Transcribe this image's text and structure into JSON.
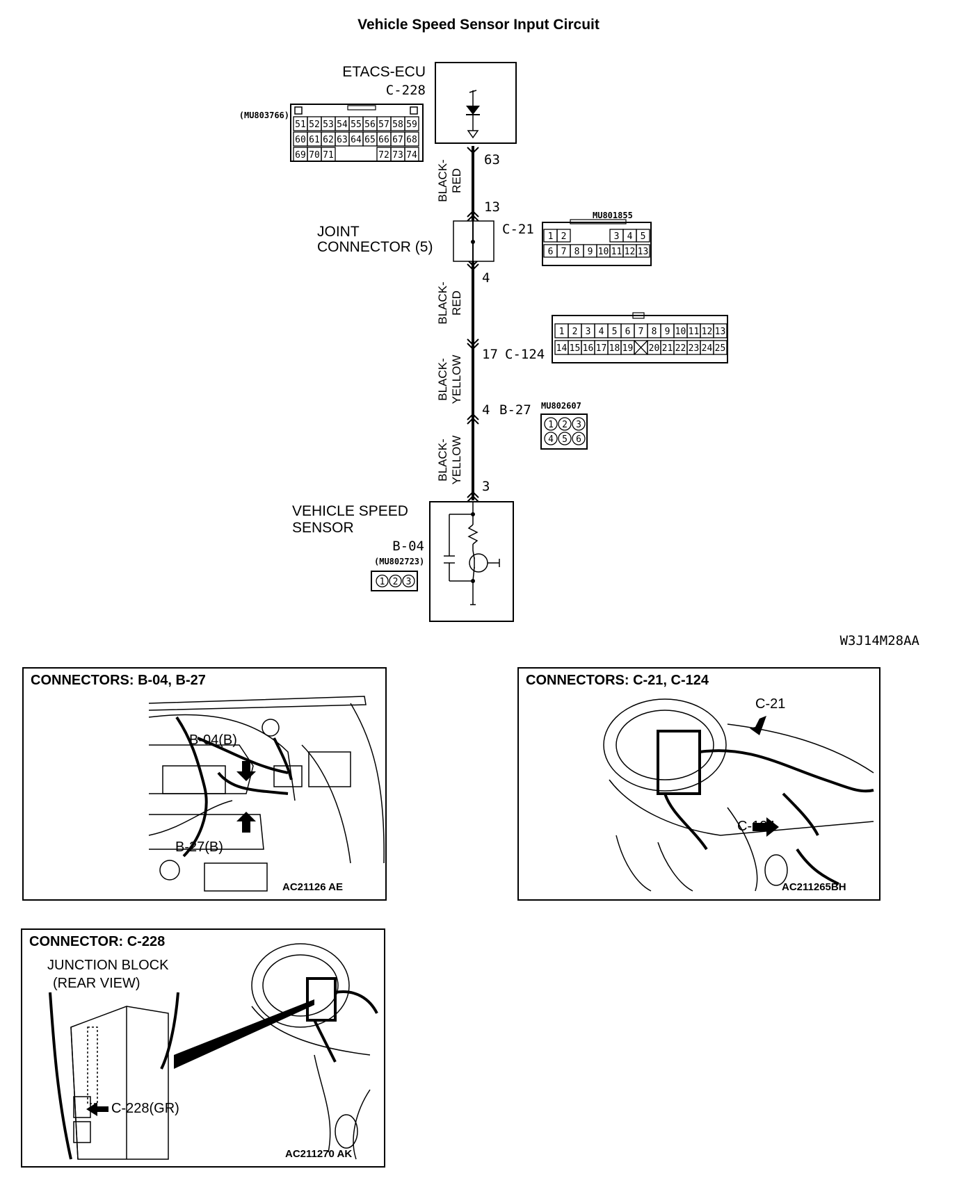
{
  "title": "Vehicle Speed Sensor Input Circuit",
  "diagram_code": "W3J14M28AA",
  "components": {
    "etacs_ecu": {
      "name": "ETACS-ECU",
      "connector": "C-228",
      "part_no": "(MU803766)",
      "pins_row1": [
        "51",
        "52",
        "53",
        "54",
        "55",
        "56",
        "57",
        "58",
        "59"
      ],
      "pins_row2": [
        "60",
        "61",
        "62",
        "63",
        "64",
        "65",
        "66",
        "67",
        "68"
      ],
      "pins_row3": [
        "69",
        "70",
        "71",
        "72",
        "73",
        "74"
      ]
    },
    "joint_connector": {
      "name_line1": "JOINT",
      "name_line2": "CONNECTOR (5)",
      "connector": "C-21",
      "part_no": "MU801855",
      "pins_row1": [
        "1",
        "2",
        "3",
        "4",
        "5"
      ],
      "pins_row2": [
        "6",
        "7",
        "8",
        "9",
        "10",
        "11",
        "12",
        "13"
      ]
    },
    "c124": {
      "connector": "C-124",
      "pins_row1": [
        "1",
        "2",
        "3",
        "4",
        "5",
        "6",
        "7",
        "8",
        "9",
        "10",
        "11",
        "12",
        "13"
      ],
      "pins_row2": [
        "14",
        "15",
        "16",
        "17",
        "18",
        "19",
        "",
        "20",
        "21",
        "22",
        "23",
        "24",
        "25"
      ]
    },
    "b27": {
      "connector": "B-27",
      "part_no": "MU802607",
      "pins": [
        "1",
        "2",
        "3",
        "4",
        "5",
        "6"
      ]
    },
    "sensor": {
      "name_line1": "VEHICLE SPEED",
      "name_line2": "SENSOR",
      "connector": "B-04",
      "part_no": "(MU802723)",
      "pins": [
        "1",
        "2",
        "3"
      ]
    }
  },
  "terminals": {
    "ecu": "63",
    "jc_top": "13",
    "jc_bottom": "4",
    "c124": "17",
    "b27": "4",
    "sensor": "3"
  },
  "wires": {
    "w1": {
      "line1": "BLACK-",
      "line2": "RED"
    },
    "w2": {
      "line1": "BLACK-",
      "line2": "RED"
    },
    "w3": {
      "line1": "BLACK-",
      "line2": "YELLOW"
    },
    "w4": {
      "line1": "BLACK-",
      "line2": "YELLOW"
    }
  },
  "panels": {
    "p1": {
      "title": "CONNECTORS: B-04, B-27",
      "callout_a": "B-04(B)",
      "callout_b": "B-27(B)",
      "code": "AC21126 AE"
    },
    "p2": {
      "title": "CONNECTORS: C-21, C-124",
      "callout_a": "C-21",
      "callout_b": "C-124",
      "code": "AC211265BH"
    },
    "p3": {
      "title": "CONNECTOR: C-228",
      "sub1": "JUNCTION BLOCK",
      "sub2": "(REAR VIEW)",
      "callout_a": "C-228(GR)",
      "code": "AC211270 AK"
    }
  }
}
